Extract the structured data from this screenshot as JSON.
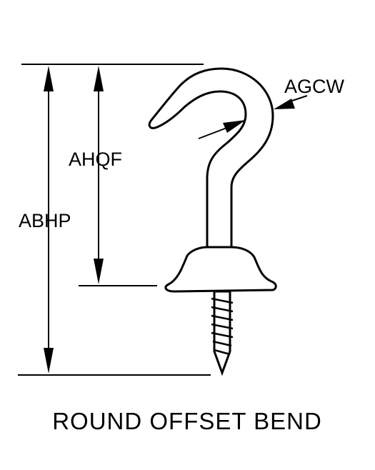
{
  "diagram": {
    "caption": "ROUND OFFSET BEND",
    "dimensions": {
      "overall_height": "ABHP",
      "hook_height": "AHQF",
      "wire_diameter": "AGCW"
    }
  }
}
